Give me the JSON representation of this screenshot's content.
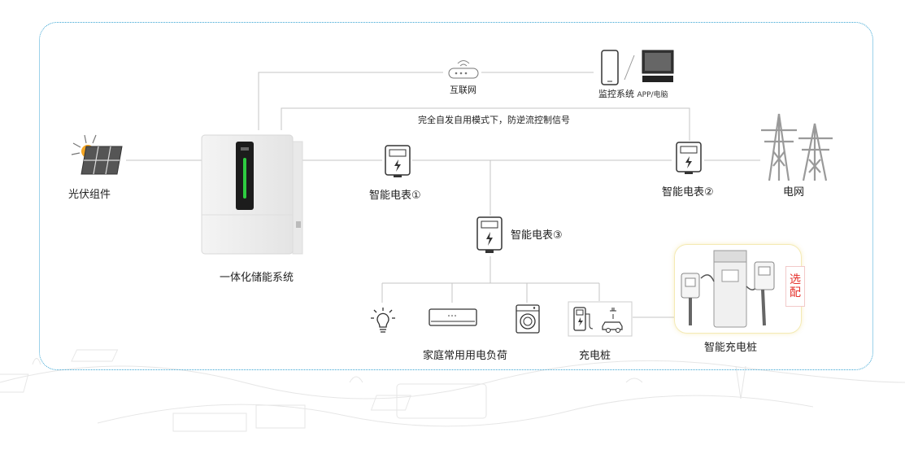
{
  "nodes": {
    "pv_modules": "光伏组件",
    "ess": "一体化储能系统",
    "internet": "互联网",
    "monitoring": "监控系统",
    "monitoring_sub": "APP/电脑",
    "control_note": "完全自发自用模式下，防逆流控制信号",
    "meter1": "智能电表①",
    "meter2": "智能电表②",
    "meter3": "智能电表③",
    "grid": "电网",
    "household_load": "家庭常用用电负荷",
    "charging_pile": "充电桩",
    "smart_charger": "智能充电桩",
    "optional": "选配"
  },
  "colors": {
    "frame": "#3aa5d4",
    "line": "#bdbdbd",
    "accent_green": "#2ecc40",
    "optional_red": "#e5322d",
    "highlight_yellow": "#f4eab4"
  },
  "icons": [
    "sun-solar-panel-icon",
    "router-icon",
    "phone-icon",
    "monitor-icon",
    "smart-meter-icon",
    "power-tower-icon",
    "light-bulb-icon",
    "air-conditioner-icon",
    "washing-machine-icon",
    "ev-charging-icon",
    "ev-charger-station-icon"
  ]
}
